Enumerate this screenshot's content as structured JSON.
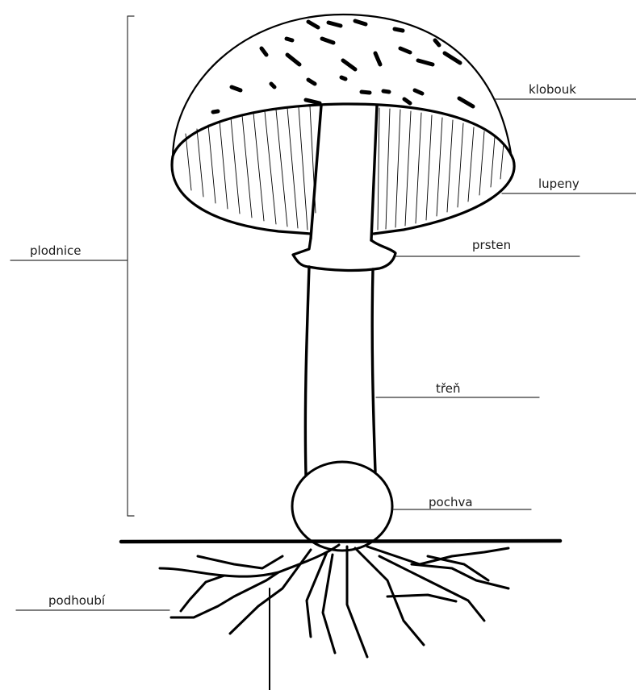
{
  "labels": {
    "klobouk": "klobouk",
    "lupeny": "lupeny",
    "prsten": "prsten",
    "tren": "třeň",
    "pochva": "pochva",
    "plodnice": "plodnice",
    "podhoubi": "podhoubí"
  },
  "colors": {
    "ink": "#000000",
    "background": "#ffffff"
  }
}
